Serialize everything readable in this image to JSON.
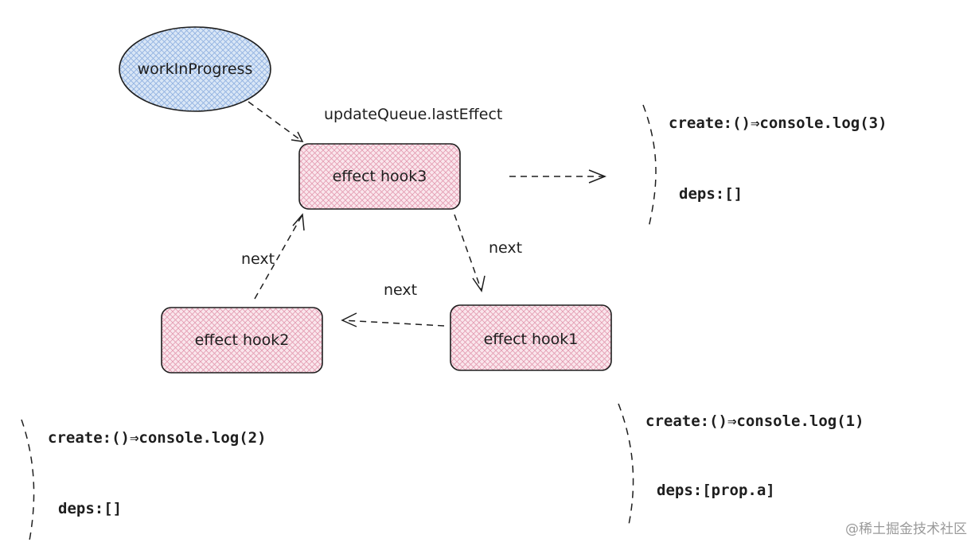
{
  "nodes": {
    "work_in_progress": "workInProgress",
    "hook3": "effect hook3",
    "hook2": "effect hook2",
    "hook1": "effect hook1"
  },
  "labels": {
    "last_effect": "updateQueue.lastEffect",
    "next_right": "next",
    "next_bottom": "next",
    "next_left": "next"
  },
  "effects": {
    "hook3": {
      "create": "create:()⇒console.log(3)",
      "deps": "deps:[]"
    },
    "hook2": {
      "create": "create:()⇒console.log(2)",
      "deps": "deps:[]"
    },
    "hook1": {
      "create": "create:()⇒console.log(1)",
      "deps": "deps:[prop.a]"
    }
  },
  "watermark": "@稀土掘金技术社区",
  "colors": {
    "ellipse_fill": "#d6e4f5",
    "ellipse_hatch": "#8fb0e0",
    "box_fill": "#f9e3ea",
    "box_hatch": "#e59ab2",
    "stroke": "#1e1e1e"
  }
}
